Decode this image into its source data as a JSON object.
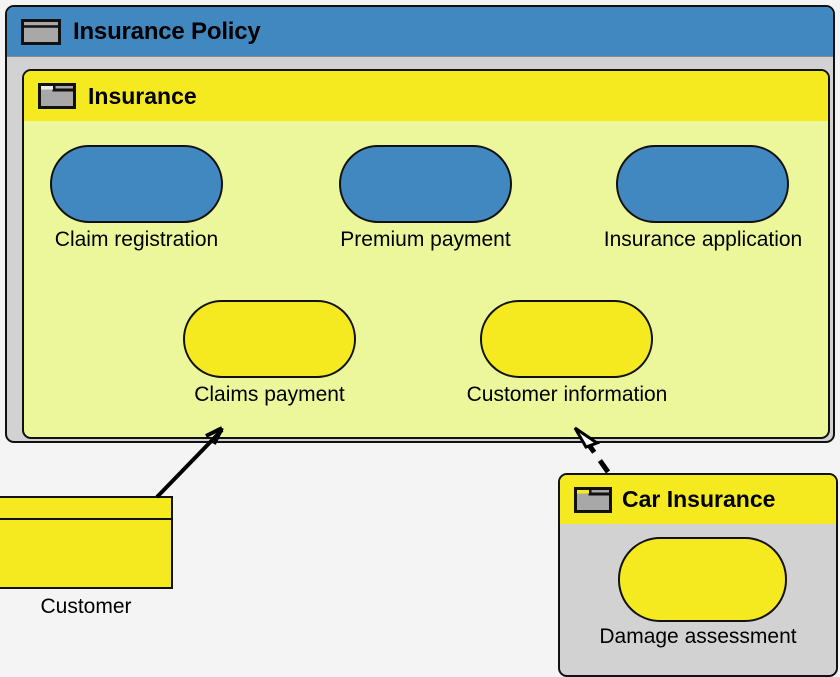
{
  "diagram": {
    "title": "Insurance Policy",
    "background_color": "#f4f4f4"
  },
  "outer_package": {
    "name": "Insurance Policy",
    "icon": "view-frame-icon",
    "header_color": "#4288c0",
    "body_color": "#d2d2d2"
  },
  "inner_package": {
    "name": "Insurance",
    "icon": "folder-icon",
    "header_color": "#f4ea1f",
    "body_color": "#ecf79b",
    "activities": [
      {
        "label": "Claim registration",
        "color": "#4288c0",
        "shape": "rounded-rectangle"
      },
      {
        "label": "Premium payment",
        "color": "#4288c0",
        "shape": "rounded-rectangle"
      },
      {
        "label": "Insurance application",
        "color": "#4288c0",
        "shape": "rounded-rectangle"
      },
      {
        "label": "Claims payment",
        "color": "#f4ea1f",
        "shape": "rounded-rectangle"
      },
      {
        "label": "Customer information",
        "color": "#f4ea1f",
        "shape": "rounded-rectangle"
      }
    ]
  },
  "customer_element": {
    "label": "Customer",
    "color": "#f4ea1f",
    "shape": "class-box"
  },
  "car_package": {
    "name": "Car Insurance",
    "icon": "folder-icon",
    "header_color": "#f4ea1f",
    "body_color": "#d2d2d2",
    "activities": [
      {
        "label": "Damage assessment",
        "color": "#f4ea1f",
        "shape": "rounded-rectangle"
      }
    ]
  },
  "connectors": [
    {
      "name": "customer-to-insurance",
      "from": "Customer",
      "to": "Insurance",
      "style": "solid",
      "arrowhead": "open",
      "color": "#000000"
    },
    {
      "name": "car-insurance-to-insurance",
      "from": "Car Insurance",
      "to": "Insurance",
      "style": "dashed",
      "arrowhead": "hollow-triangle",
      "color": "#000000"
    }
  ]
}
